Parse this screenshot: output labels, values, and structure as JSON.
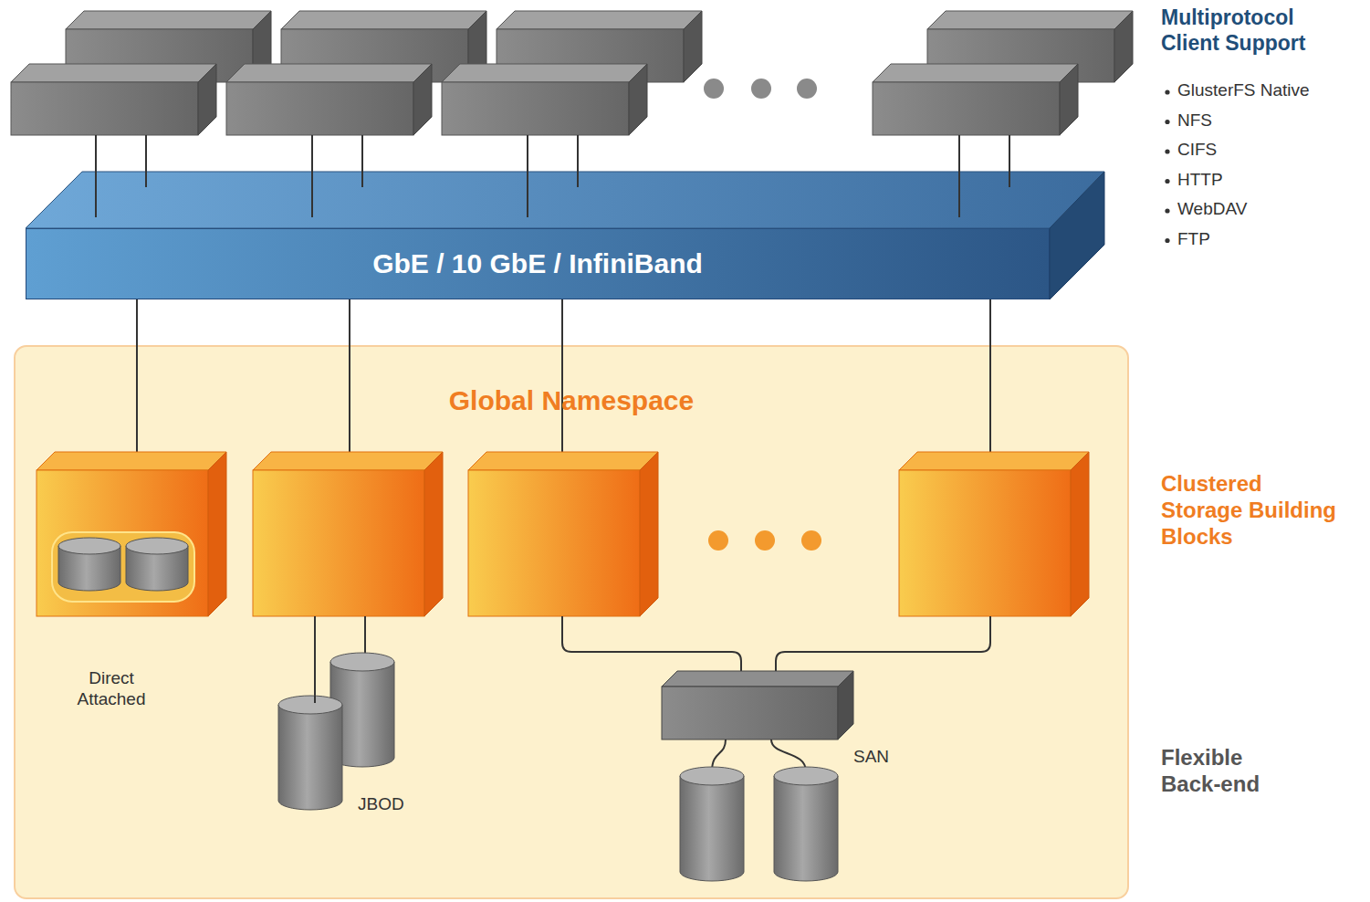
{
  "diagram": {
    "nodes": [
      {
        "text": [
          "GbE / 10 GbE / InfiniBand"
        ]
      },
      {
        "text": [
          "Global Namespace"
        ]
      }
    ],
    "labels": [
      "Multiprotocol Client Support",
      "GlusterFS Native",
      "NFS",
      "CIFS",
      "HTTP",
      "WebDAV",
      "FTP",
      "Clustered Storage Building Blocks",
      "Direct Attached",
      "JBOD",
      "SAN",
      "Flexible Back-end"
    ]
  }
}
